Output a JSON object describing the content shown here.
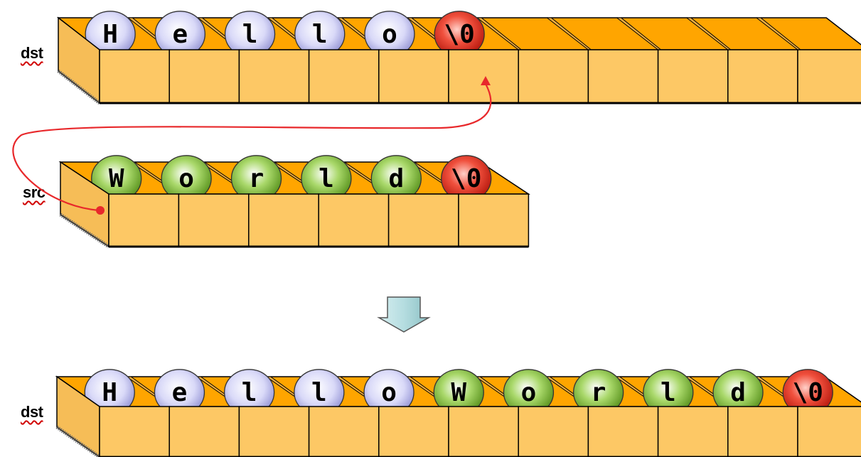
{
  "labels": {
    "dst_top": "dst",
    "src": "src",
    "dst_bottom": "dst"
  },
  "arrays": [
    {
      "name": "dst-before",
      "cells": 11,
      "chars": [
        "H",
        "e",
        "l",
        "l",
        "o",
        "\\0"
      ],
      "colors": [
        "lavender",
        "lavender",
        "lavender",
        "lavender",
        "lavender",
        "red"
      ]
    },
    {
      "name": "src",
      "cells": 6,
      "chars": [
        "W",
        "o",
        "r",
        "l",
        "d",
        "\\0"
      ],
      "colors": [
        "green",
        "green",
        "green",
        "green",
        "green",
        "red"
      ]
    },
    {
      "name": "dst-after",
      "cells": 11,
      "chars": [
        "H",
        "e",
        "l",
        "l",
        "o",
        "W",
        "o",
        "r",
        "l",
        "d",
        "\\0"
      ],
      "colors": [
        "lavender",
        "lavender",
        "lavender",
        "lavender",
        "lavender",
        "green",
        "green",
        "green",
        "green",
        "green",
        "red"
      ]
    }
  ],
  "palette": {
    "box_front": "#FDC865",
    "box_top": "#FFA500",
    "box_edge": "#000000",
    "lavender": "#C9C9F5",
    "green": "#7BB62C",
    "red": "#E0231A",
    "arrow": "#B5DDE0",
    "copy_arrow": "#E8282B"
  }
}
